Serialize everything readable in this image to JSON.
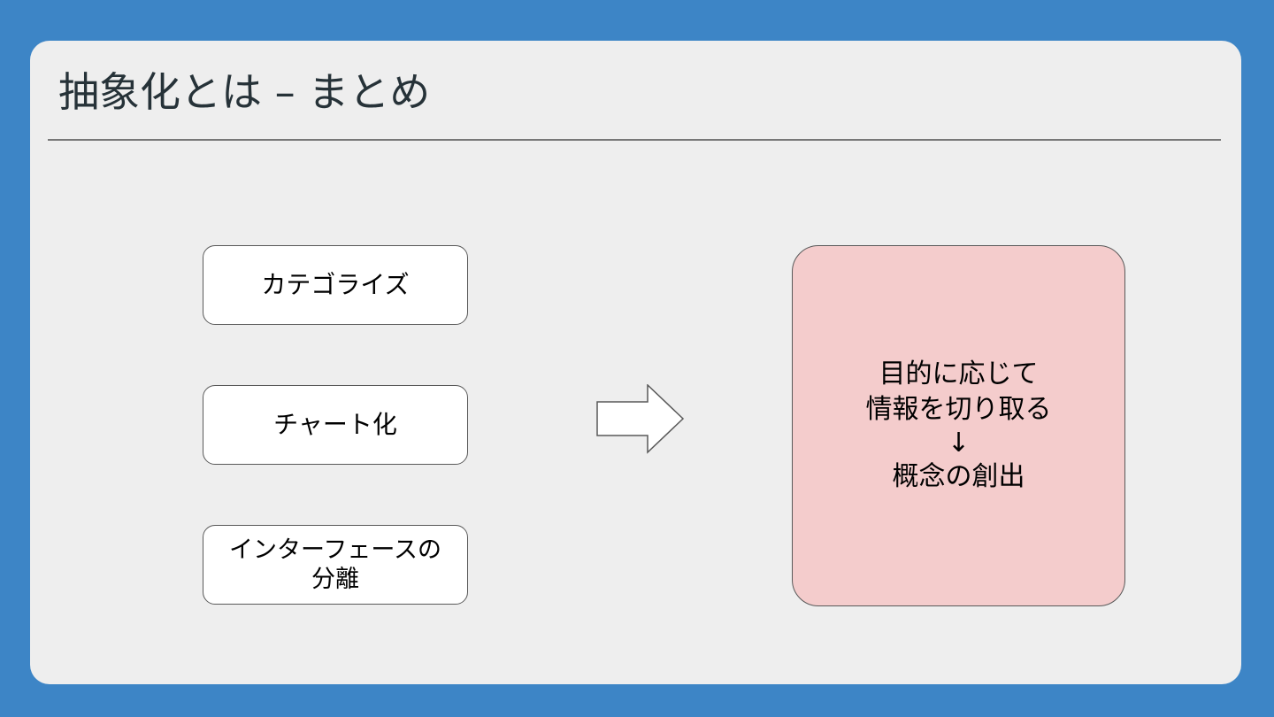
{
  "slide": {
    "title": "抽象化とは – まとめ",
    "items": [
      {
        "label": "カテゴライズ"
      },
      {
        "label": "チャート化"
      },
      {
        "label": "インターフェースの\n分離"
      }
    ],
    "result": {
      "line1": "目的に応じて",
      "line2": "情報を切り取る",
      "arrow": "↓",
      "line3": "概念の創出"
    }
  },
  "colors": {
    "background": "#3d85c6",
    "slide": "#eeeeee",
    "result_fill": "#f4cccc",
    "border": "#595959",
    "title_text": "#263238"
  },
  "icons": {
    "flow_arrow": "right-arrow-icon",
    "down_arrow": "down-arrow-icon"
  }
}
